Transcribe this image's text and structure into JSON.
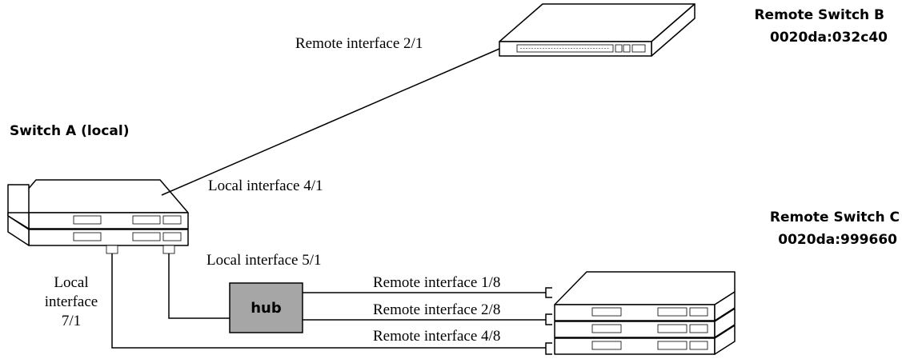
{
  "devices": {
    "switch_a": {
      "title": "Switch A (local)"
    },
    "remote_b": {
      "title": "Remote Switch B",
      "mac": "0020da:032c40"
    },
    "remote_c": {
      "title": "Remote Switch C",
      "mac": "0020da:999660"
    },
    "hub": {
      "label": "hub",
      "fill": "#a6a6a6"
    }
  },
  "interfaces": {
    "remote_b_2_1": "Remote interface 2/1",
    "local_4_1": "Local interface 4/1",
    "local_5_1": "Local interface 5/1",
    "local_7_1": [
      "Local",
      "interface",
      "7/1"
    ],
    "remote_c_1_8": "Remote interface 1/8",
    "remote_c_2_8": "Remote interface 2/8",
    "remote_c_4_8": "Remote interface 4/8"
  }
}
